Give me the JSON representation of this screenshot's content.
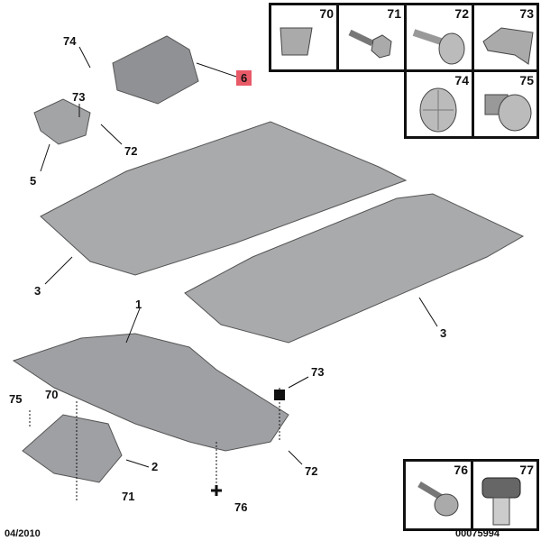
{
  "callouts": {
    "c74": "74",
    "c6": "6",
    "c73a": "73",
    "c72a": "72",
    "c5": "5",
    "c3a": "3",
    "c3b": "3",
    "c1": "1",
    "c75": "75",
    "c70": "70",
    "c73b": "73",
    "c2": "2",
    "c72b": "72",
    "c71": "71",
    "c76": "76"
  },
  "parts_grid": [
    {
      "num": "70",
      "icon": "clip-nut"
    },
    {
      "num": "71",
      "icon": "hex-screw"
    },
    {
      "num": "72",
      "icon": "quarter-turn-fastener"
    },
    {
      "num": "73",
      "icon": "cage-nut"
    },
    {
      "num": "74",
      "icon": "rivet-push"
    },
    {
      "num": "75",
      "icon": "plastic-grommet"
    }
  ],
  "parts_grid2": [
    {
      "num": "76",
      "icon": "screw-washer"
    },
    {
      "num": "77",
      "icon": "plastic-clip"
    }
  ],
  "footer": {
    "date": "04/2010",
    "ref": "00075994"
  },
  "colors": {
    "highlight": "#e85a68",
    "part_fill": "#a9abad"
  }
}
